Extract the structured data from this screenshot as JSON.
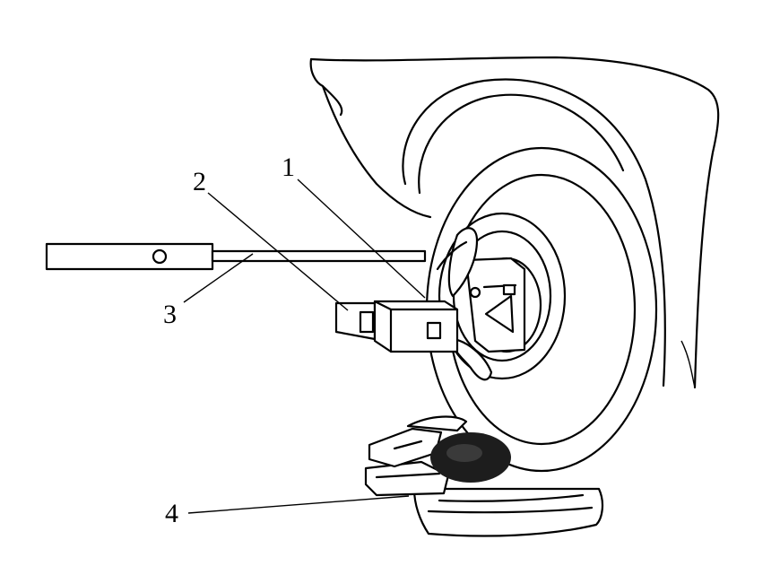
{
  "figure": {
    "labels": {
      "one": "1",
      "two": "2",
      "three": "3",
      "four": "4"
    },
    "colors": {
      "stroke": "#000000",
      "background": "#ffffff"
    }
  }
}
